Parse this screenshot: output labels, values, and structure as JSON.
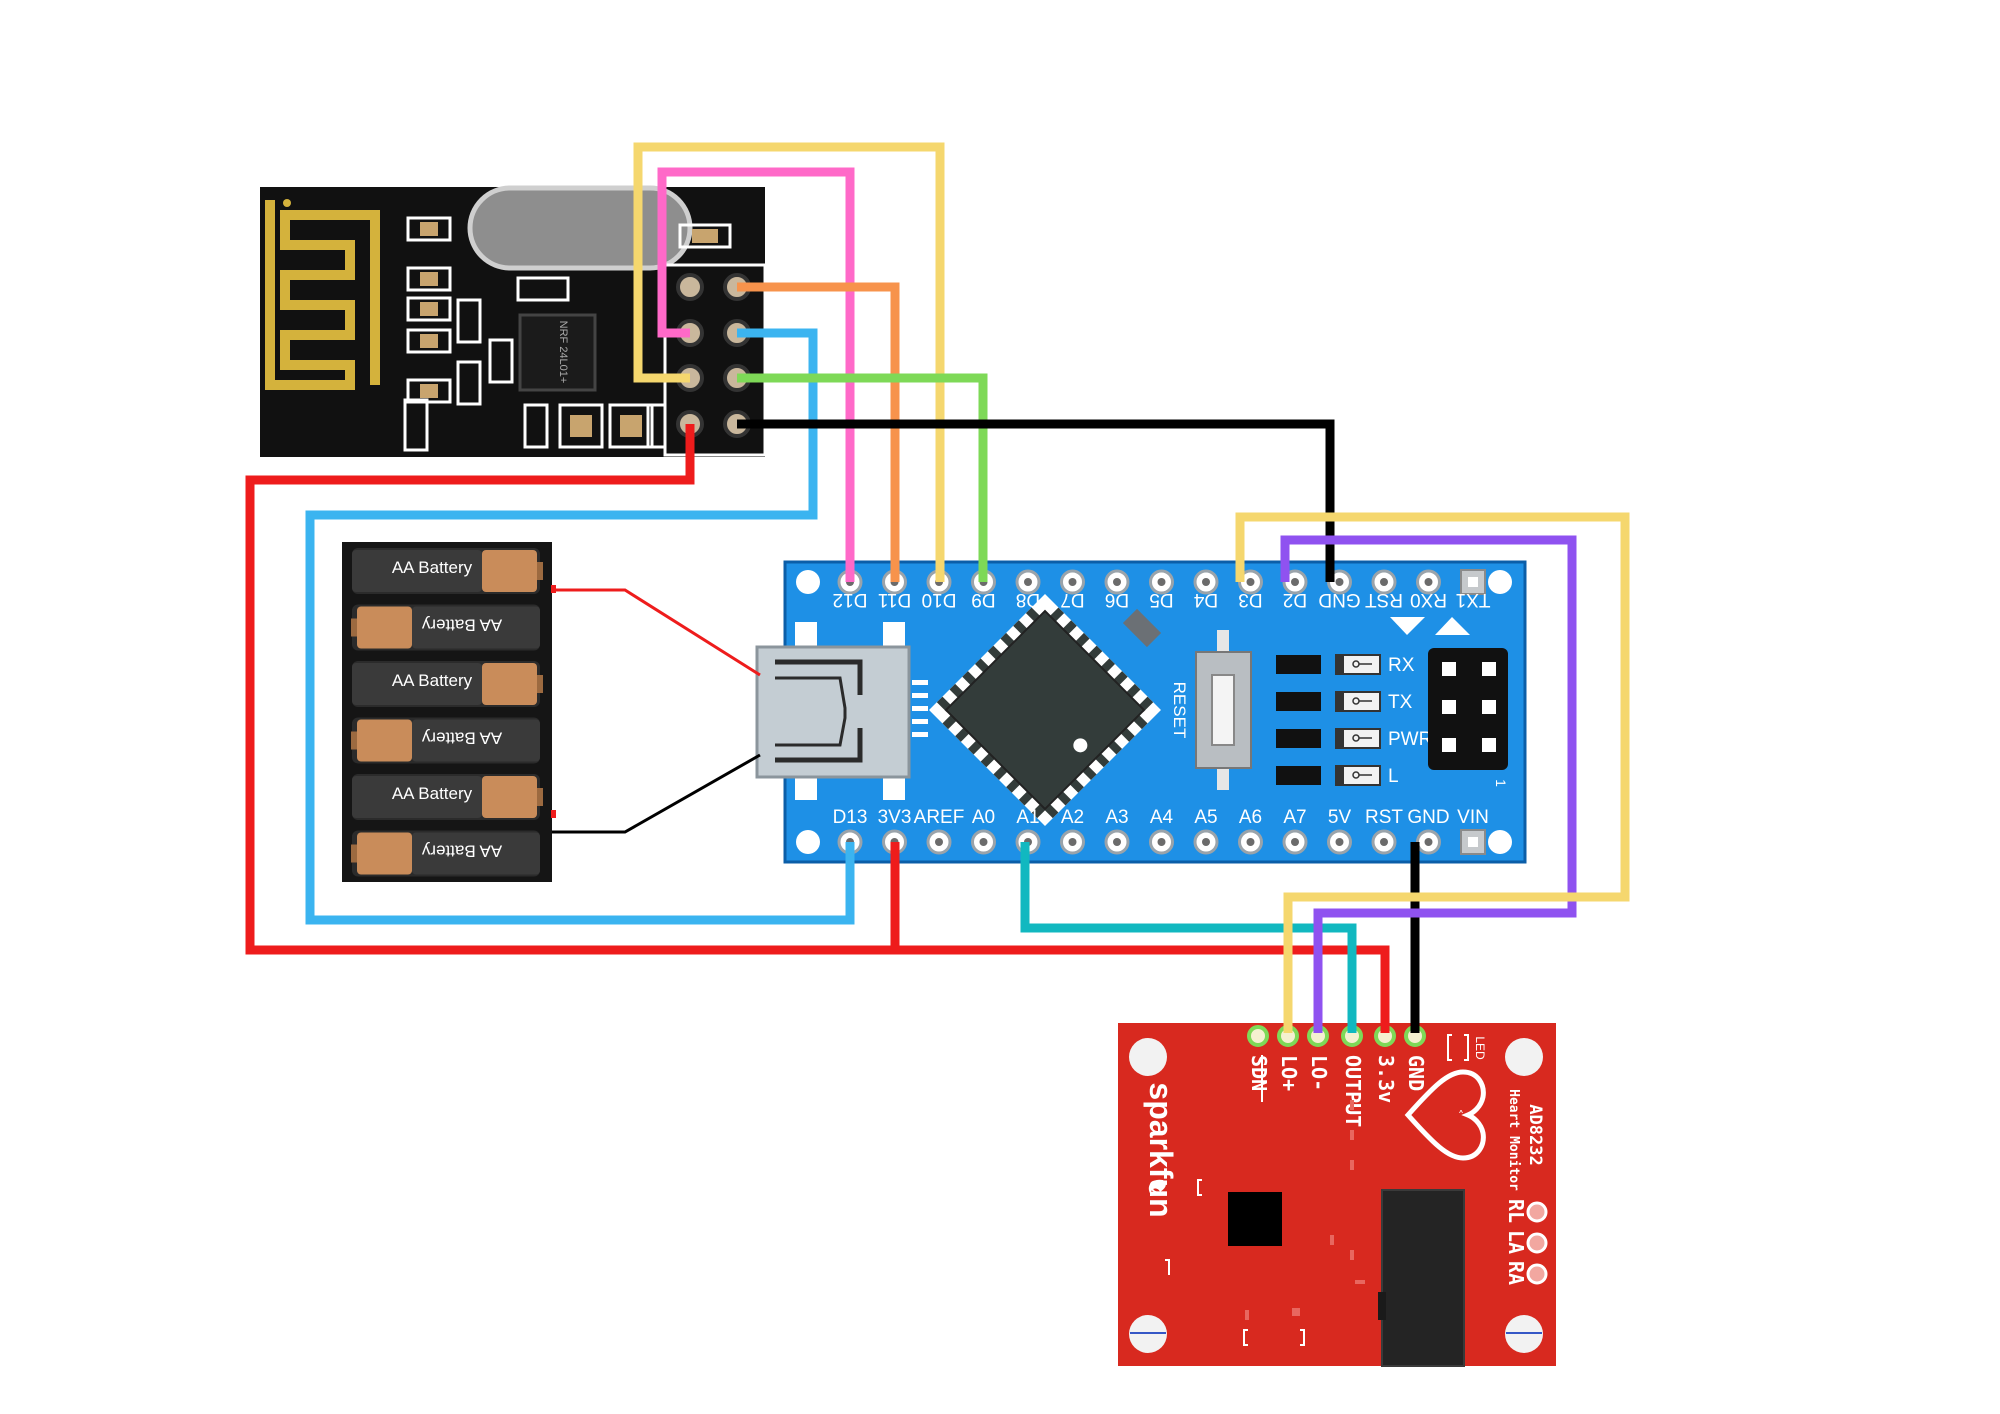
{
  "nano": {
    "top_pins": [
      "D12",
      "D11",
      "D10",
      "D9",
      "D8",
      "D7",
      "D6",
      "D5",
      "D4",
      "D3",
      "D2",
      "GND",
      "RST",
      "RX0",
      "TX1"
    ],
    "bottom_pins": [
      "D13",
      "3V3",
      "AREF",
      "A0",
      "A1",
      "A2",
      "A3",
      "A4",
      "A5",
      "A6",
      "A7",
      "5V",
      "RST",
      "GND",
      "VIN"
    ],
    "reset_label": "RESET",
    "led_labels": [
      "RX",
      "TX",
      "PWR",
      "L"
    ],
    "icsp_pin_one": "1"
  },
  "nrf": {
    "chip_label": "NRF 24L01+"
  },
  "batteries": {
    "label": "AA Battery",
    "count": 6
  },
  "ad8232": {
    "pins": [
      "SDN",
      "LO+",
      "LO-",
      "OUTPUT",
      "3.3v",
      "GND"
    ],
    "led_label": "LED",
    "brand": "sparkfun",
    "title": "AD8232",
    "subtitle": "Heart Monitor",
    "electrodes": [
      "RL",
      "LA",
      "RA"
    ]
  },
  "colors": {
    "nano_board": "#1e90e6",
    "nrf_board": "#111111",
    "sensor_board": "#d8291f",
    "wire_red": "#ee1c1c",
    "wire_blue": "#3bb4f0",
    "wire_yellow": "#f5d76e",
    "wire_pink": "#ff69c8",
    "wire_orange": "#f7934c",
    "wire_green": "#7ed957",
    "wire_purple": "#8f52f0",
    "wire_teal": "#11b8c0",
    "wire_black": "#000000"
  }
}
